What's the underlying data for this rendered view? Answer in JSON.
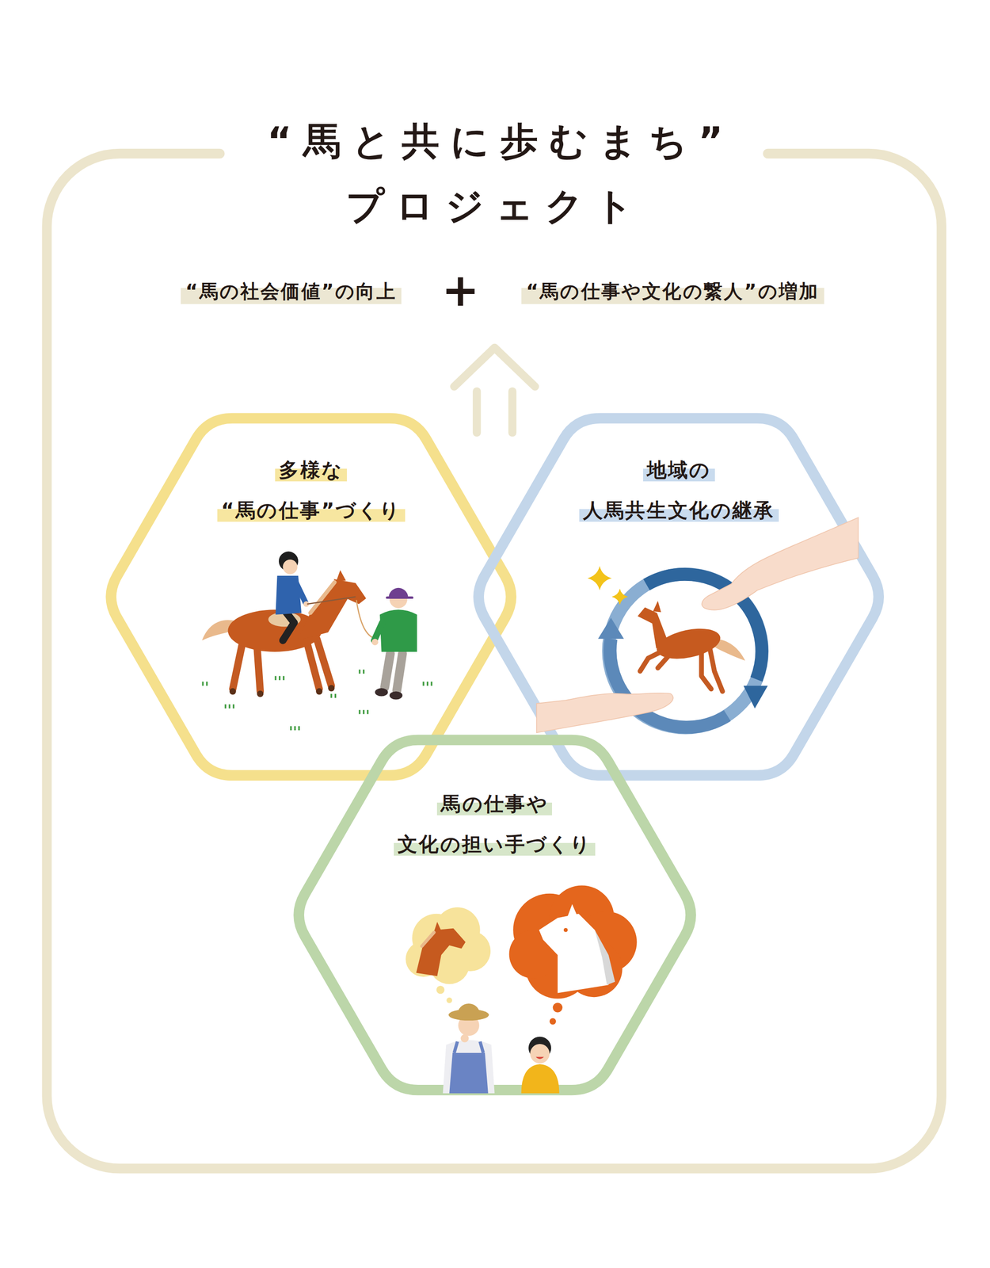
{
  "diagram": {
    "title": "“馬と共に歩むまち” プロジェクト",
    "nodes": [
      {
        "text": [
          "多様な “馬の仕事”づくり"
        ]
      },
      {
        "text": [
          "地域の 人馬共生文化の継承"
        ]
      },
      {
        "text": [
          "馬の仕事や 文化の担い手づくり"
        ]
      }
    ],
    "labels": [
      "“馬の社会価値”の向上",
      "+",
      "“馬の仕事や文化の繋人”の増加"
    ]
  }
}
